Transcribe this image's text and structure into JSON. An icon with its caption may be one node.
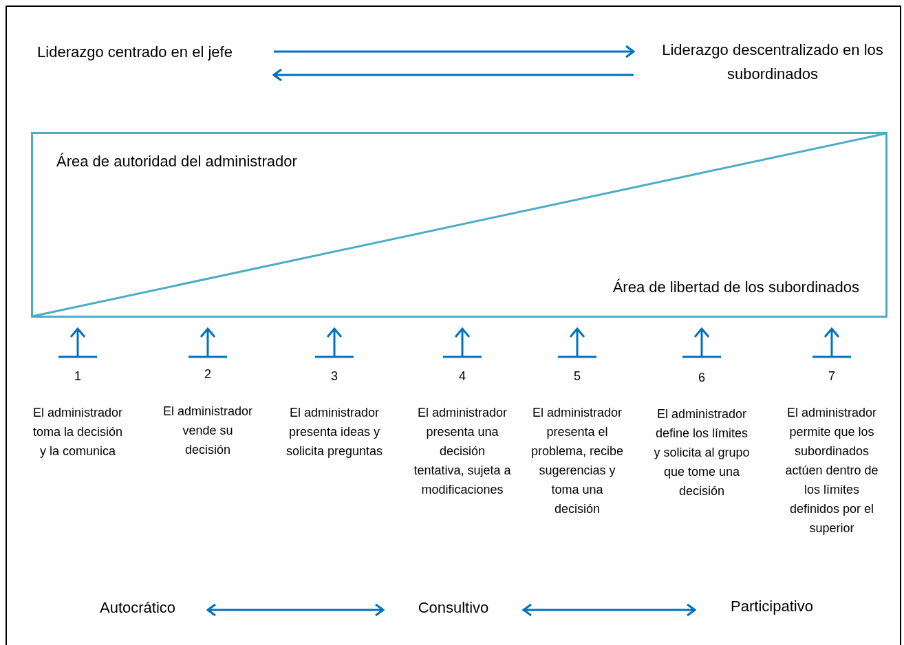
{
  "diagram": {
    "nodes": [
      {
        "text": [
          "Liderazgo centrado en el jefe"
        ]
      },
      {
        "text": [
          "Liderazgo descentralizado en los subordinados"
        ]
      },
      {
        "text": [
          "Área de autoridad del administrador",
          "Área de libertad de los subordinados"
        ]
      },
      {
        "text": [
          "Autocrático"
        ]
      },
      {
        "text": [
          "Consultivo"
        ]
      },
      {
        "text": [
          "Participativo"
        ]
      }
    ],
    "edges": [
      {
        "from": 0,
        "to": 1,
        "arrow": "to"
      },
      {
        "from": 1,
        "to": 0,
        "arrow": "to"
      },
      {
        "from": 3,
        "to": 4,
        "arrow": "both"
      },
      {
        "from": 4,
        "to": 5,
        "arrow": "both"
      }
    ],
    "labels": [
      "1",
      "2",
      "3",
      "4",
      "5",
      "6",
      "7",
      "El administrador toma la decisión y la comunica",
      "El administrador vende su decisión",
      "El administrador presenta ideas y solicita preguntas",
      "El administrador presenta una decisión tentativa, sujeta a modificaciones",
      "El administrador presenta el problema, recibe sugerencias y toma una decisión",
      "El administrador define los límites y solicita al grupo que tome una decisión",
      "El administrador permite que los subordinados actúen dentro de los límites definidos por el superior"
    ]
  }
}
